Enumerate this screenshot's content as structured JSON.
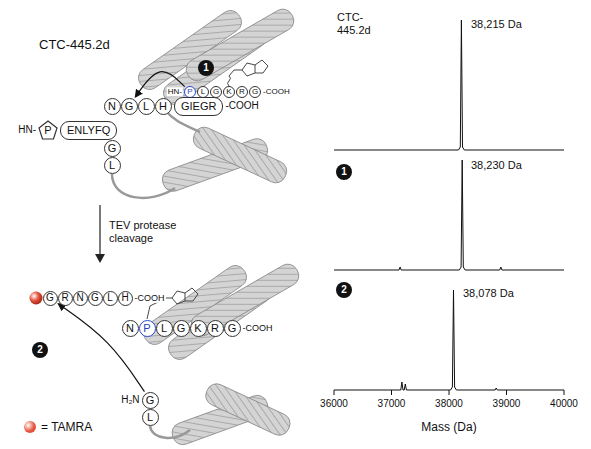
{
  "diagram": {
    "nodes": [
      {
        "text": [
          "P"
        ]
      },
      {
        "text": [
          "L"
        ]
      },
      {
        "text": [
          "G"
        ]
      },
      {
        "text": [
          "K"
        ]
      },
      {
        "text": [
          "R"
        ]
      },
      {
        "text": [
          "G"
        ]
      },
      {
        "text": [
          "N"
        ]
      },
      {
        "text": [
          "G"
        ]
      },
      {
        "text": [
          "L"
        ]
      },
      {
        "text": [
          "H"
        ]
      },
      {
        "text": [
          "GIEGR"
        ]
      },
      {
        "text": [
          "P"
        ]
      },
      {
        "text": [
          "ENLYFQ"
        ]
      },
      {
        "text": [
          "G"
        ]
      },
      {
        "text": [
          "L"
        ]
      },
      {
        "text": [
          "G"
        ]
      },
      {
        "text": [
          "R"
        ]
      },
      {
        "text": [
          "N"
        ]
      },
      {
        "text": [
          "G"
        ]
      },
      {
        "text": [
          "L"
        ]
      },
      {
        "text": [
          "H"
        ]
      },
      {
        "text": [
          "N"
        ]
      },
      {
        "text": [
          "P"
        ]
      },
      {
        "text": [
          "L"
        ]
      },
      {
        "text": [
          "G"
        ]
      },
      {
        "text": [
          "K"
        ]
      },
      {
        "text": [
          "R"
        ]
      },
      {
        "text": [
          "G"
        ]
      },
      {
        "text": [
          "G"
        ]
      },
      {
        "text": [
          "L"
        ]
      }
    ],
    "edges": [
      {
        "from": 0,
        "to": 7,
        "arrow": "to"
      },
      {
        "from": 28,
        "to": 15,
        "arrow": "to"
      }
    ],
    "labels": [
      "CTC-445.2d",
      "1",
      "HN-",
      "-COOH",
      "-COOH",
      "HN-",
      "TEV protease cleavage",
      "-COOH",
      "2",
      "H₂N",
      "-COOH",
      "CTC- 445.2d",
      "38,215 Da",
      "1",
      "38,230 Da",
      "2",
      "38,078 Da",
      "36000",
      "37000",
      "38000",
      "39000",
      "40000",
      "Mass (Da)"
    ],
    "legend": [
      {
        "text": "= TAMRA",
        "color": "#e4533b"
      }
    ]
  }
}
